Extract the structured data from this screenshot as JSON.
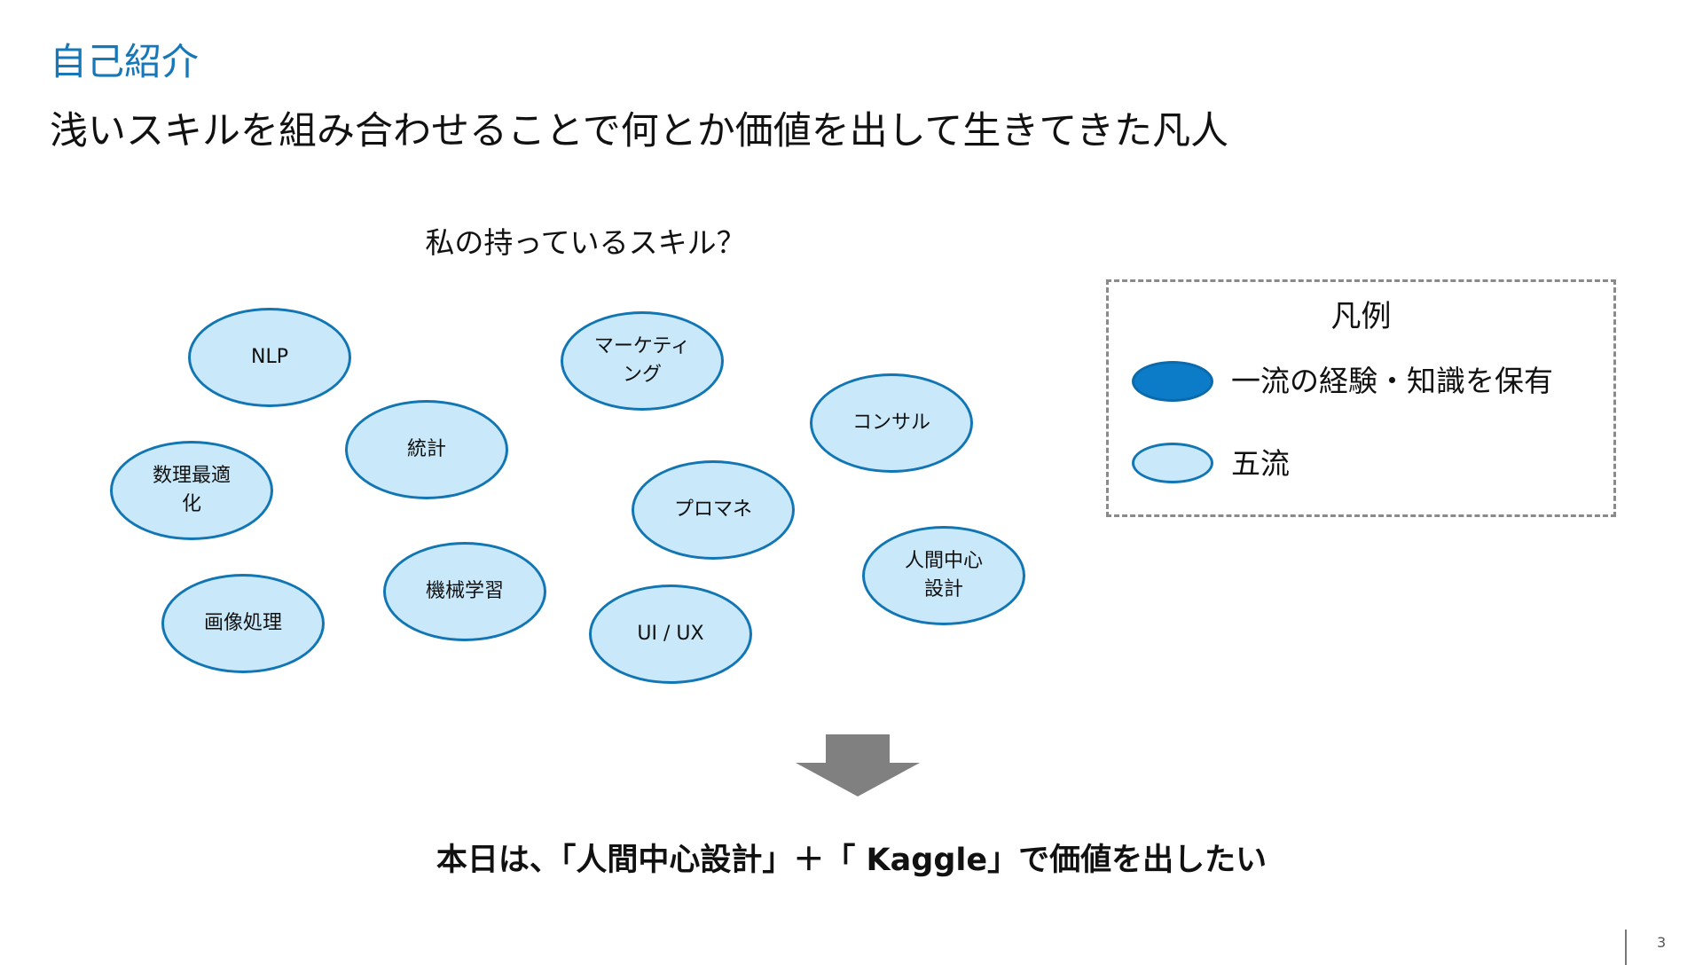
{
  "slide": {
    "section_label": "自己紹介",
    "headline": "浅いスキルを組み合わせることで何とか価値を出して生きてきた凡人",
    "question": "私の持っているスキル？",
    "page_number": "3"
  },
  "skills": [
    {
      "id": "nlp",
      "label": "NLP",
      "level": "五流"
    },
    {
      "id": "marketing",
      "label": "マーケティ\nング",
      "level": "五流"
    },
    {
      "id": "consulting",
      "label": "コンサル",
      "level": "五流"
    },
    {
      "id": "statistics",
      "label": "統計",
      "level": "五流"
    },
    {
      "id": "math-optimization",
      "label": "数理最適\n化",
      "level": "五流"
    },
    {
      "id": "project-management",
      "label": "プロマネ",
      "level": "五流"
    },
    {
      "id": "human-centered-design",
      "label": "人間中心\n設計",
      "level": "五流"
    },
    {
      "id": "machine-learning",
      "label": "機械学習",
      "level": "五流"
    },
    {
      "id": "image-processing",
      "label": "画像処理",
      "level": "五流"
    },
    {
      "id": "ui-ux",
      "label": "UI / UX",
      "level": "五流"
    }
  ],
  "legend": {
    "title": "凡例",
    "items": [
      {
        "label": "一流の経験・知識を保有",
        "fill": "#0c7cc8",
        "stroke": "#0a6aab"
      },
      {
        "label": "五流",
        "fill": "#c9e8f9",
        "stroke": "#1276b4"
      }
    ]
  },
  "colors": {
    "accent": "#1678b8",
    "bubble_fill": "#c9e8f9",
    "bubble_stroke": "#1276b4",
    "arrow": "#808080"
  },
  "arrow": {
    "icon": "down-arrow-icon"
  },
  "conclusion": "本日は、「人間中心設計」＋「 Kaggle」で価値を出したい"
}
